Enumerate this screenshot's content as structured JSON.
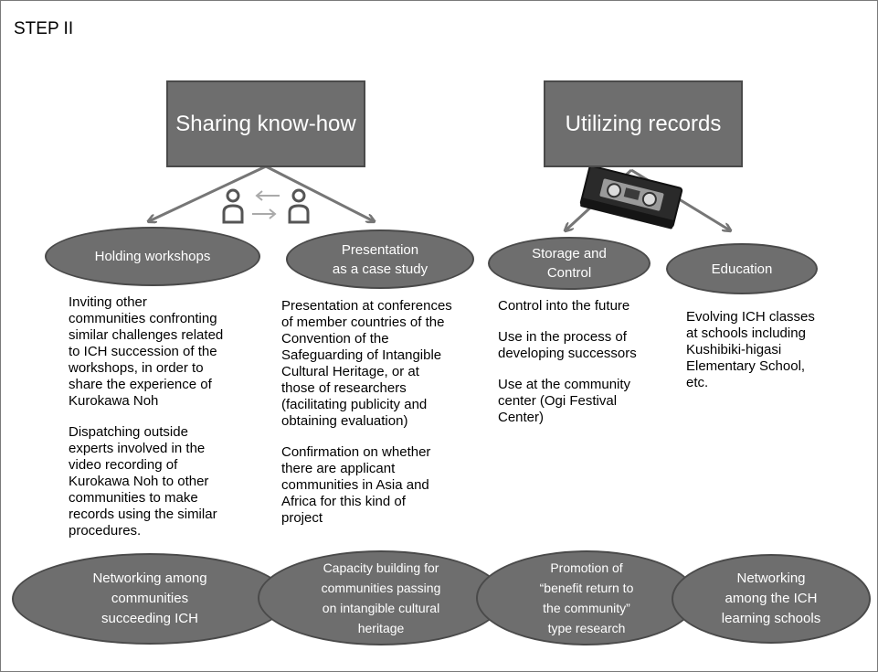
{
  "step_label": "STEP II",
  "boxes": {
    "sharing": "Sharing know-how",
    "utilizing": "Utilizing records"
  },
  "ovals": {
    "workshops": [
      "Holding workshops"
    ],
    "case_study": [
      "Presentation",
      "as a case study"
    ],
    "storage": [
      "Storage and",
      "Control"
    ],
    "education": [
      "Education"
    ]
  },
  "columns": {
    "workshops": [
      [
        "Inviting other",
        "communities confronting",
        "similar challenges related",
        "to ICH succession of the",
        "workshops, in order to",
        "share the experience of",
        "Kurokawa Noh"
      ],
      [
        "Dispatching outside",
        "experts involved in the",
        "video recording of",
        "Kurokawa Noh to other",
        "communities to make",
        "records using the similar",
        "procedures."
      ]
    ],
    "case_study": [
      [
        "Presentation at conferences",
        "of member countries of the",
        "Convention of the",
        "Safeguarding of Intangible",
        "Cultural Heritage, or at",
        "those of researchers",
        "(facilitating publicity and",
        "obtaining evaluation)"
      ],
      [
        "Confirmation on whether",
        "there are applicant",
        "communities in Asia and",
        "Africa for this kind of",
        "project"
      ]
    ],
    "storage": [
      [
        "Control into the future"
      ],
      [
        "Use in the process of",
        "developing successors"
      ],
      [
        "Use at the community",
        "center (Ogi Festival",
        "Center)"
      ]
    ],
    "education": [
      [
        "Evolving ICH classes",
        "at schools including",
        "Kushibiki-higasi",
        "Elementary School,",
        "etc."
      ]
    ]
  },
  "outcomes": [
    [
      "Networking among",
      "communities",
      "succeeding ICH"
    ],
    [
      "Capacity building for",
      "communities passing",
      "on intangible cultural",
      "heritage"
    ],
    [
      "Promotion of",
      "“benefit return to",
      "the community”",
      "type research"
    ],
    [
      "Networking",
      "among the ICH",
      "learning schools"
    ]
  ],
  "icons": [
    "people-exchange-icon",
    "video-cassette-icon"
  ],
  "colors": {
    "fill": "#6e6e6e",
    "border": "#4a4a4a",
    "arrow": "#767676"
  }
}
